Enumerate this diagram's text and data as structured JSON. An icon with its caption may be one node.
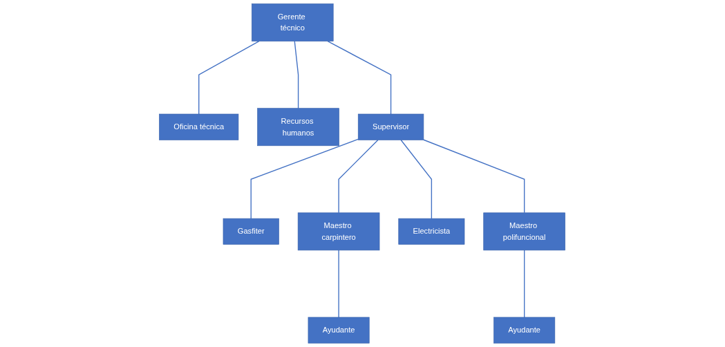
{
  "diagram": {
    "nodes": [
      {
        "text": [
          "Gerente técnico"
        ]
      },
      {
        "text": [
          "Oficina técnica"
        ]
      },
      {
        "text": [
          "Recursos humanos"
        ]
      },
      {
        "text": [
          "Supervisor"
        ]
      },
      {
        "text": [
          "Gasfiter"
        ]
      },
      {
        "text": [
          "Maestro carpintero"
        ]
      },
      {
        "text": [
          "Electricista"
        ]
      },
      {
        "text": [
          "Maestro polifuncional"
        ]
      },
      {
        "text": [
          "Ayudante"
        ]
      },
      {
        "text": [
          "Ayudante"
        ]
      }
    ],
    "edges": [
      {
        "from": 0,
        "to": 1,
        "arrow": "none"
      },
      {
        "from": 0,
        "to": 2,
        "arrow": "none"
      },
      {
        "from": 0,
        "to": 3,
        "arrow": "none"
      },
      {
        "from": 3,
        "to": 4,
        "arrow": "none"
      },
      {
        "from": 3,
        "to": 5,
        "arrow": "none"
      },
      {
        "from": 3,
        "to": 6,
        "arrow": "none"
      },
      {
        "from": 3,
        "to": 7,
        "arrow": "none"
      },
      {
        "from": 5,
        "to": 8,
        "arrow": "none"
      },
      {
        "from": 7,
        "to": 9,
        "arrow": "none"
      }
    ]
  }
}
